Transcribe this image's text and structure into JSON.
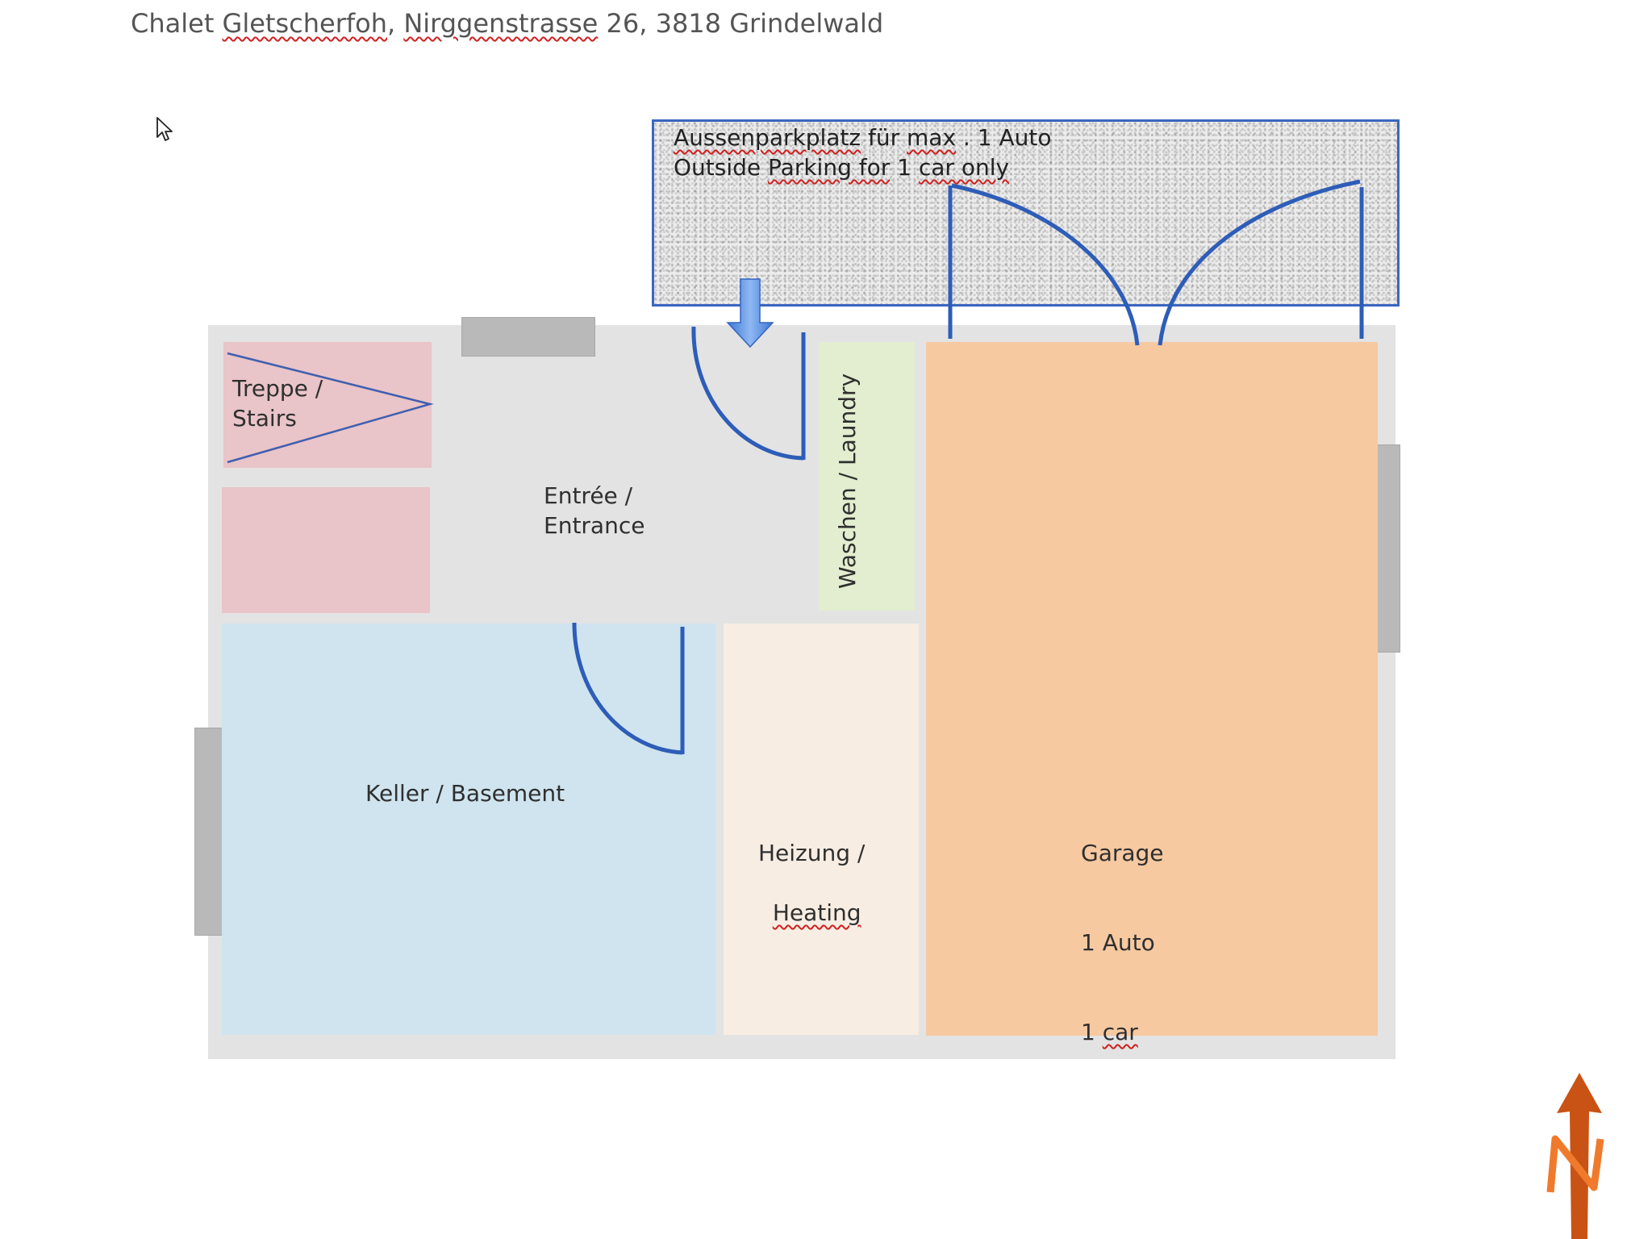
{
  "title": {
    "prefix": "Chalet ",
    "name": "Gletscherfoh",
    "sep": ", ",
    "street": "Nirggenstrasse",
    "rest": " 26, 3818 Grindelwald"
  },
  "parking": {
    "line1_a": "Aussenparkplatz",
    "line1_b": " für ",
    "line1_c": "max",
    "line1_d": " . 1 Auto",
    "line2_a": "Outside ",
    "line2_b": "Parking for",
    "line2_c": " 1 ",
    "line2_d": "car only"
  },
  "rooms": {
    "stairs": "Treppe /\nStairs",
    "entrance": "Entrée /\nEntrance",
    "laundry": "Waschen / Laundry",
    "basement": "Keller / Basement",
    "heating_line1": "Heizung /",
    "heating_line2": "Heating",
    "garage_line1": "Garage",
    "garage_line2": "1 Auto",
    "garage_line3_a": "1 ",
    "garage_line3_b": "car"
  },
  "colors": {
    "door_blue": "#2e5db8",
    "north_arrow": "#d95f1e"
  },
  "icons": {
    "cursor": "mouse-pointer-icon",
    "entry_arrow": "arrow-down-icon",
    "north": "north-arrow-icon"
  }
}
